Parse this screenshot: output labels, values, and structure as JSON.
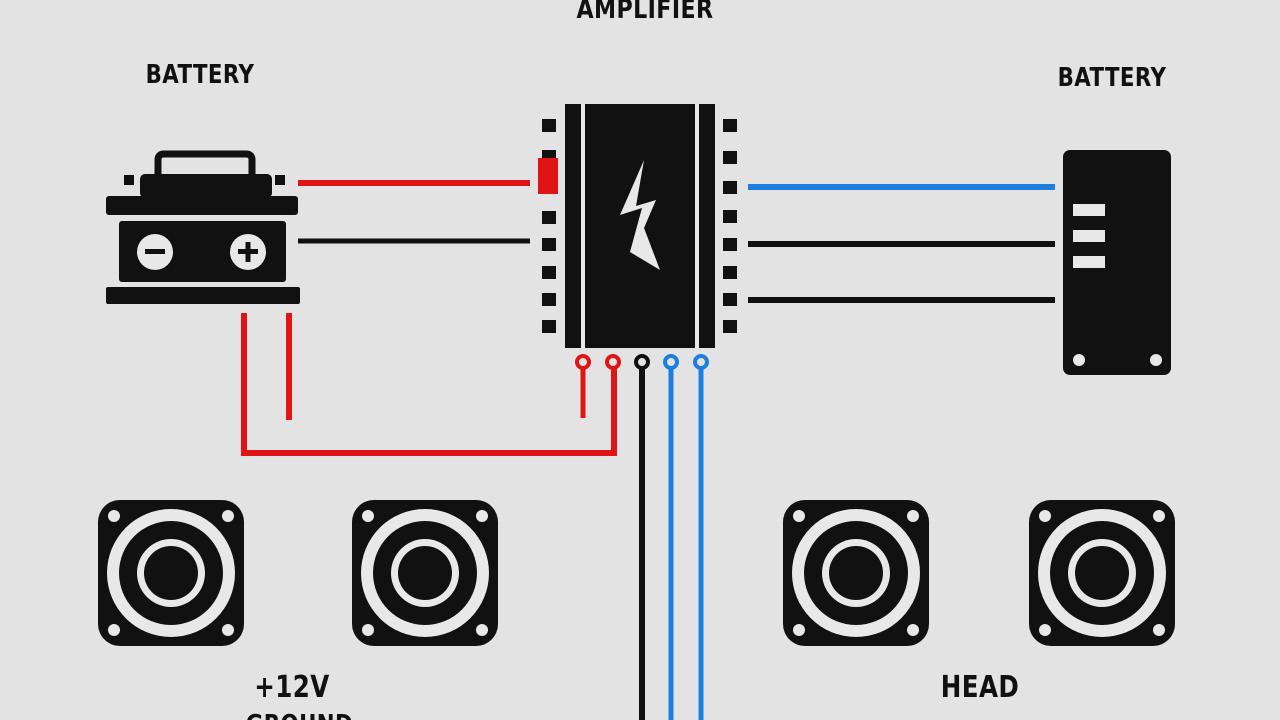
{
  "labels": {
    "amplifier": "AMPLIFIER",
    "battery_left": "BATTERY",
    "battery_right": "BATTERY",
    "plus_12v": "+12V",
    "head": "HEAD",
    "partial_bottom": "GROUND"
  },
  "battery_symbols": {
    "negative": "−",
    "positive": "+"
  },
  "colors": {
    "background": "#e3e3e3",
    "ink": "#111111",
    "power_wire": "#e01414",
    "ground_wire": "#111111",
    "signal_wire": "#1c7fe0"
  },
  "icons": {
    "battery": "car-battery-icon",
    "amplifier": "amplifier-icon",
    "head_unit": "head-unit-icon",
    "speaker": "speaker-icon",
    "bolt": "lightning-bolt-icon"
  },
  "components": {
    "speakers": [
      {
        "id": "speaker-1"
      },
      {
        "id": "speaker-2"
      },
      {
        "id": "speaker-3"
      },
      {
        "id": "speaker-4"
      }
    ]
  }
}
